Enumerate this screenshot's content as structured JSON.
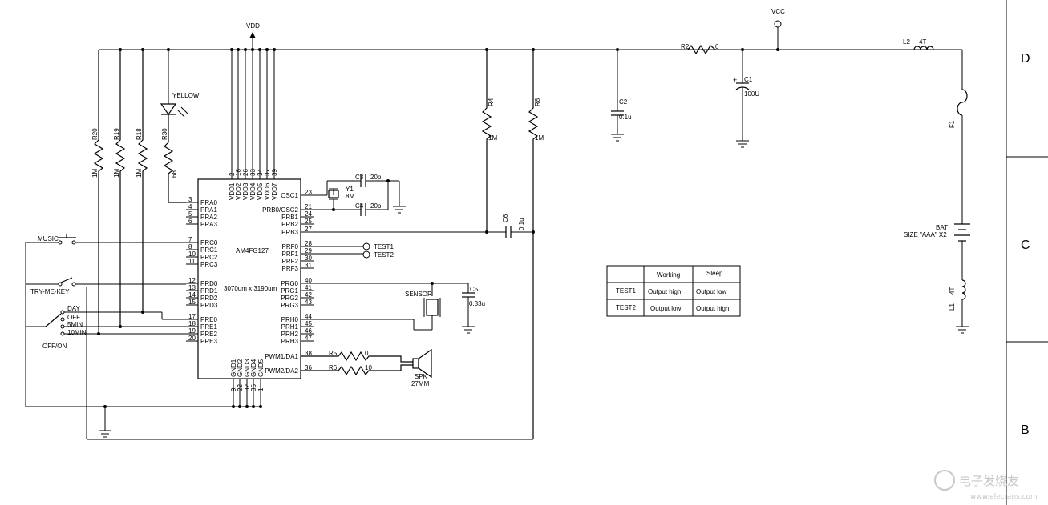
{
  "zones": [
    "D",
    "C",
    "B"
  ],
  "chip": {
    "name": "AM4FG127",
    "die_size": "3070um x 3190um",
    "top_pins": [
      {
        "num": "2",
        "name": "VDD1"
      },
      {
        "num": "16",
        "name": "VDD2"
      },
      {
        "num": "26",
        "name": "VDD3"
      },
      {
        "num": "33",
        "name": "VDD4"
      },
      {
        "num": "34",
        "name": "VDD5"
      },
      {
        "num": "37",
        "name": "VDD6"
      },
      {
        "num": "39",
        "name": "VDD7"
      }
    ],
    "bottom_pins": [
      {
        "num": "9",
        "name": "GND1"
      },
      {
        "num": "22",
        "name": "GND2"
      },
      {
        "num": "32",
        "name": "GND3"
      },
      {
        "num": "35",
        "name": "GND4"
      },
      {
        "num": "1",
        "name": "GND5"
      }
    ],
    "left_pins": [
      {
        "num": "3",
        "name": "PRA0"
      },
      {
        "num": "4",
        "name": "PRA1"
      },
      {
        "num": "5",
        "name": "PRA2"
      },
      {
        "num": "6",
        "name": "PRA3"
      },
      {
        "num": "7",
        "name": "PRC0"
      },
      {
        "num": "8",
        "name": "PRC1"
      },
      {
        "num": "10",
        "name": "PRC2"
      },
      {
        "num": "11",
        "name": "PRC3"
      },
      {
        "num": "12",
        "name": "PRD0"
      },
      {
        "num": "13",
        "name": "PRD1"
      },
      {
        "num": "14",
        "name": "PRD2"
      },
      {
        "num": "15",
        "name": "PRD3"
      },
      {
        "num": "17",
        "name": "PRE0"
      },
      {
        "num": "18",
        "name": "PRE1"
      },
      {
        "num": "19",
        "name": "PRE2"
      },
      {
        "num": "20",
        "name": "PRE3"
      }
    ],
    "right_pins": [
      {
        "num": "23",
        "name": "OSC1"
      },
      {
        "num": "21",
        "name": "PRB0/OSC2"
      },
      {
        "num": "24",
        "name": "PRB1"
      },
      {
        "num": "25",
        "name": "PRB2"
      },
      {
        "num": "27",
        "name": "PRB3"
      },
      {
        "num": "28",
        "name": "PRF0"
      },
      {
        "num": "29",
        "name": "PRF1"
      },
      {
        "num": "30",
        "name": "PRF2"
      },
      {
        "num": "31",
        "name": "PRF3"
      },
      {
        "num": "40",
        "name": "PRG0"
      },
      {
        "num": "41",
        "name": "PRG1"
      },
      {
        "num": "42",
        "name": "PRG2"
      },
      {
        "num": "43",
        "name": "PRG3"
      },
      {
        "num": "44",
        "name": "PRH0"
      },
      {
        "num": "45",
        "name": "PRH1"
      },
      {
        "num": "46",
        "name": "PRH2"
      },
      {
        "num": "47",
        "name": "PRH3"
      },
      {
        "num": "38",
        "name": "PWM1/DA1"
      },
      {
        "num": "36",
        "name": "PWM2/DA2"
      }
    ]
  },
  "labels": {
    "vdd": "VDD",
    "vcc": "VCC",
    "yellow": "YELLOW",
    "r20": "R20",
    "r19": "R19",
    "r18": "R18",
    "r30": "R30",
    "r20_val": "1M",
    "r19_val": "1M",
    "r18_val": "1M",
    "r30_val": "68",
    "r4": "R4",
    "r4_val": "1M",
    "r8": "R8",
    "r8_val": "1M",
    "c2": "C2",
    "c2_val": "0.1u",
    "r2": "R2",
    "r2_val": "0",
    "c1": "C1",
    "c1_val": "100U",
    "c1_plus": "+",
    "l2": "L2",
    "l2_val": "4T",
    "f1": "F1",
    "bat": "BAT",
    "bat_val": "SIZE \"AAA\" X2",
    "l1": "L1",
    "l1_val": "4T",
    "c3": "C3",
    "c3_val": "20p",
    "c4": "C4",
    "c4_val": "20p",
    "y1": "Y1",
    "y1_val": "8M",
    "c6": "C6",
    "c6_val": "0.1u",
    "test1": "TEST1",
    "test2": "TEST2",
    "sensor": "SENSOR",
    "c5": "C5",
    "c5_val": "0.33u",
    "r5": "R5",
    "r5_val": "0",
    "r6": "R6",
    "r6_val": "10",
    "spk": "SPK",
    "spk_val": "27MM",
    "music": "MUSIC",
    "try_me": "TRY-ME-KEY",
    "day": "DAY",
    "off": "OFF",
    "5min": "5MIN",
    "10min": "10MIN",
    "offon": "OFF/ON"
  },
  "truth_table": {
    "headers": [
      "",
      "Working",
      "Sleep"
    ],
    "rows": [
      [
        "TEST1",
        "Output high",
        "Output low"
      ],
      [
        "TEST2",
        "Output low",
        "Output high"
      ]
    ]
  },
  "watermark": {
    "text": "电子发烧友",
    "sub": "www.elecfans.com"
  }
}
